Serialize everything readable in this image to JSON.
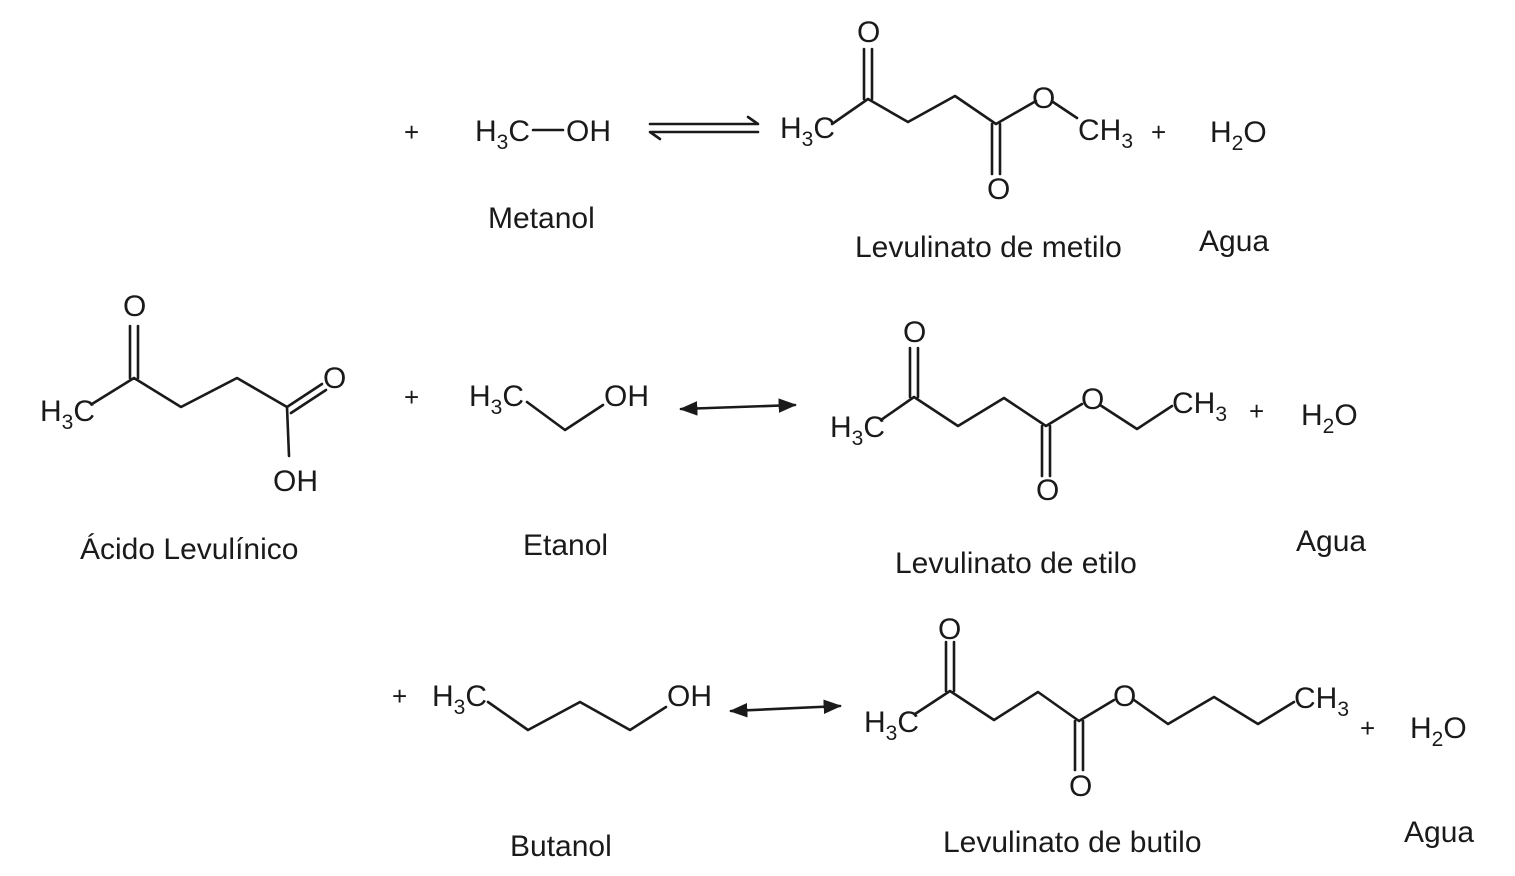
{
  "reactant": {
    "name": "Ácido Levulínico",
    "o_top": "O",
    "o_acid": "O",
    "oh": "OH",
    "methyl": "H",
    "methyl_sub": "3",
    "methyl_c": "C"
  },
  "rows": [
    {
      "alcohol": {
        "name": "Metanol",
        "formula": "H3C—OH"
      },
      "ester": {
        "name": "Levulinato de metilo",
        "o_keto": "O",
        "o_ester": "O",
        "o_carbonyl": "O",
        "end": "CH3"
      },
      "water": {
        "name": "Agua",
        "formula": "H2O"
      },
      "plus": "+",
      "arrow": "equilibrium"
    },
    {
      "alcohol": {
        "name": "Etanol",
        "formula": "H3C—CH2—OH"
      },
      "ester": {
        "name": "Levulinato de etilo",
        "o_keto": "O",
        "o_ester": "O",
        "o_carbonyl": "O",
        "end": "CH3"
      },
      "water": {
        "name": "Agua",
        "formula": "H2O"
      },
      "plus": "+",
      "arrow": "double-headed"
    },
    {
      "alcohol": {
        "name": "Butanol",
        "formula": "H3C—(CH2)3—OH"
      },
      "ester": {
        "name": "Levulinato de butilo",
        "o_keto": "O",
        "o_ester": "O",
        "o_carbonyl": "O",
        "end": "CH3"
      },
      "water": {
        "name": "Agua",
        "formula": "H2O"
      },
      "plus": "+",
      "arrow": "double-headed"
    }
  ]
}
